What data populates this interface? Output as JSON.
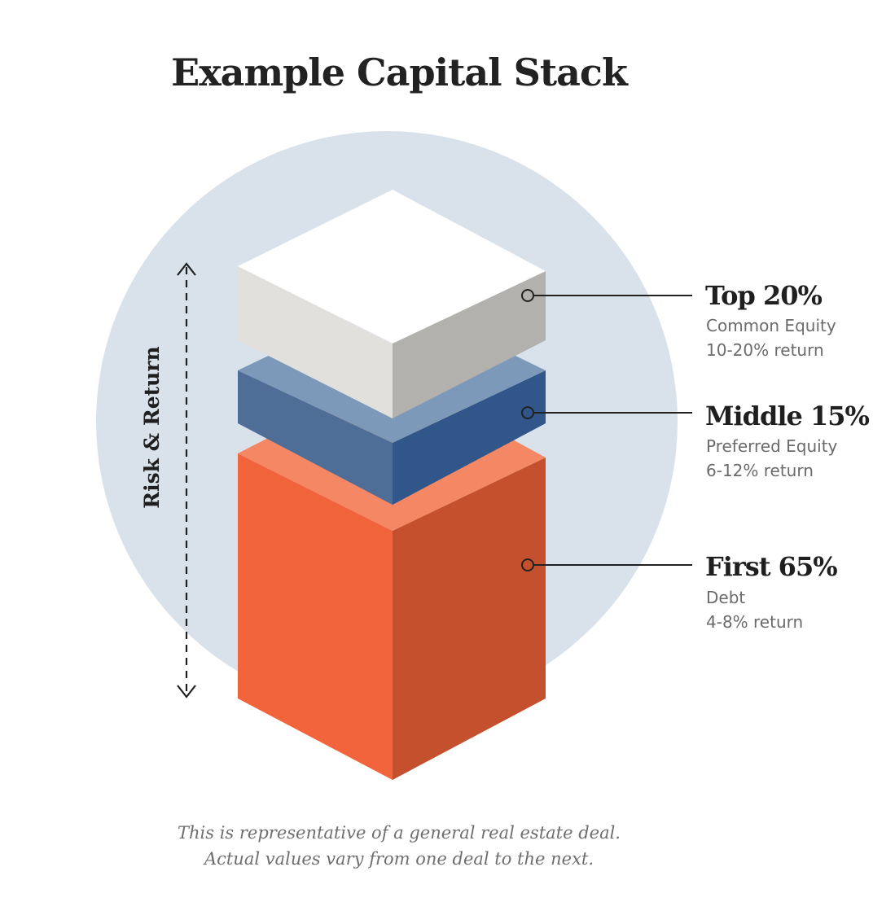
{
  "title": "Example Capital Stack",
  "axis_label": "Risk & Return",
  "layers": [
    {
      "heading": "Top 20%",
      "type": "Common Equity",
      "return": "10-20% return",
      "colors": {
        "top": "#ffffff",
        "left": "#e2e0dd",
        "right": "#b2b1ae"
      }
    },
    {
      "heading": "Middle 15%",
      "type": "Preferred Equity",
      "return": "6-12% return",
      "colors": {
        "top": "#7c99b9",
        "left": "#4e6d97",
        "right": "#30568a"
      }
    },
    {
      "heading": "First 65%",
      "type": "Debt",
      "return": "4-8% return",
      "colors": {
        "top": "#f48764",
        "left": "#f2643b",
        "right": "#c5502e"
      }
    }
  ],
  "footnote": {
    "line1": "This is representative of a general real estate deal.",
    "line2": "Actual values vary from one deal to the next."
  },
  "colors": {
    "background_circle": "#d9e2ea",
    "text": "#222222",
    "muted_text": "#6b6b6b",
    "leader_line": "#222222"
  }
}
